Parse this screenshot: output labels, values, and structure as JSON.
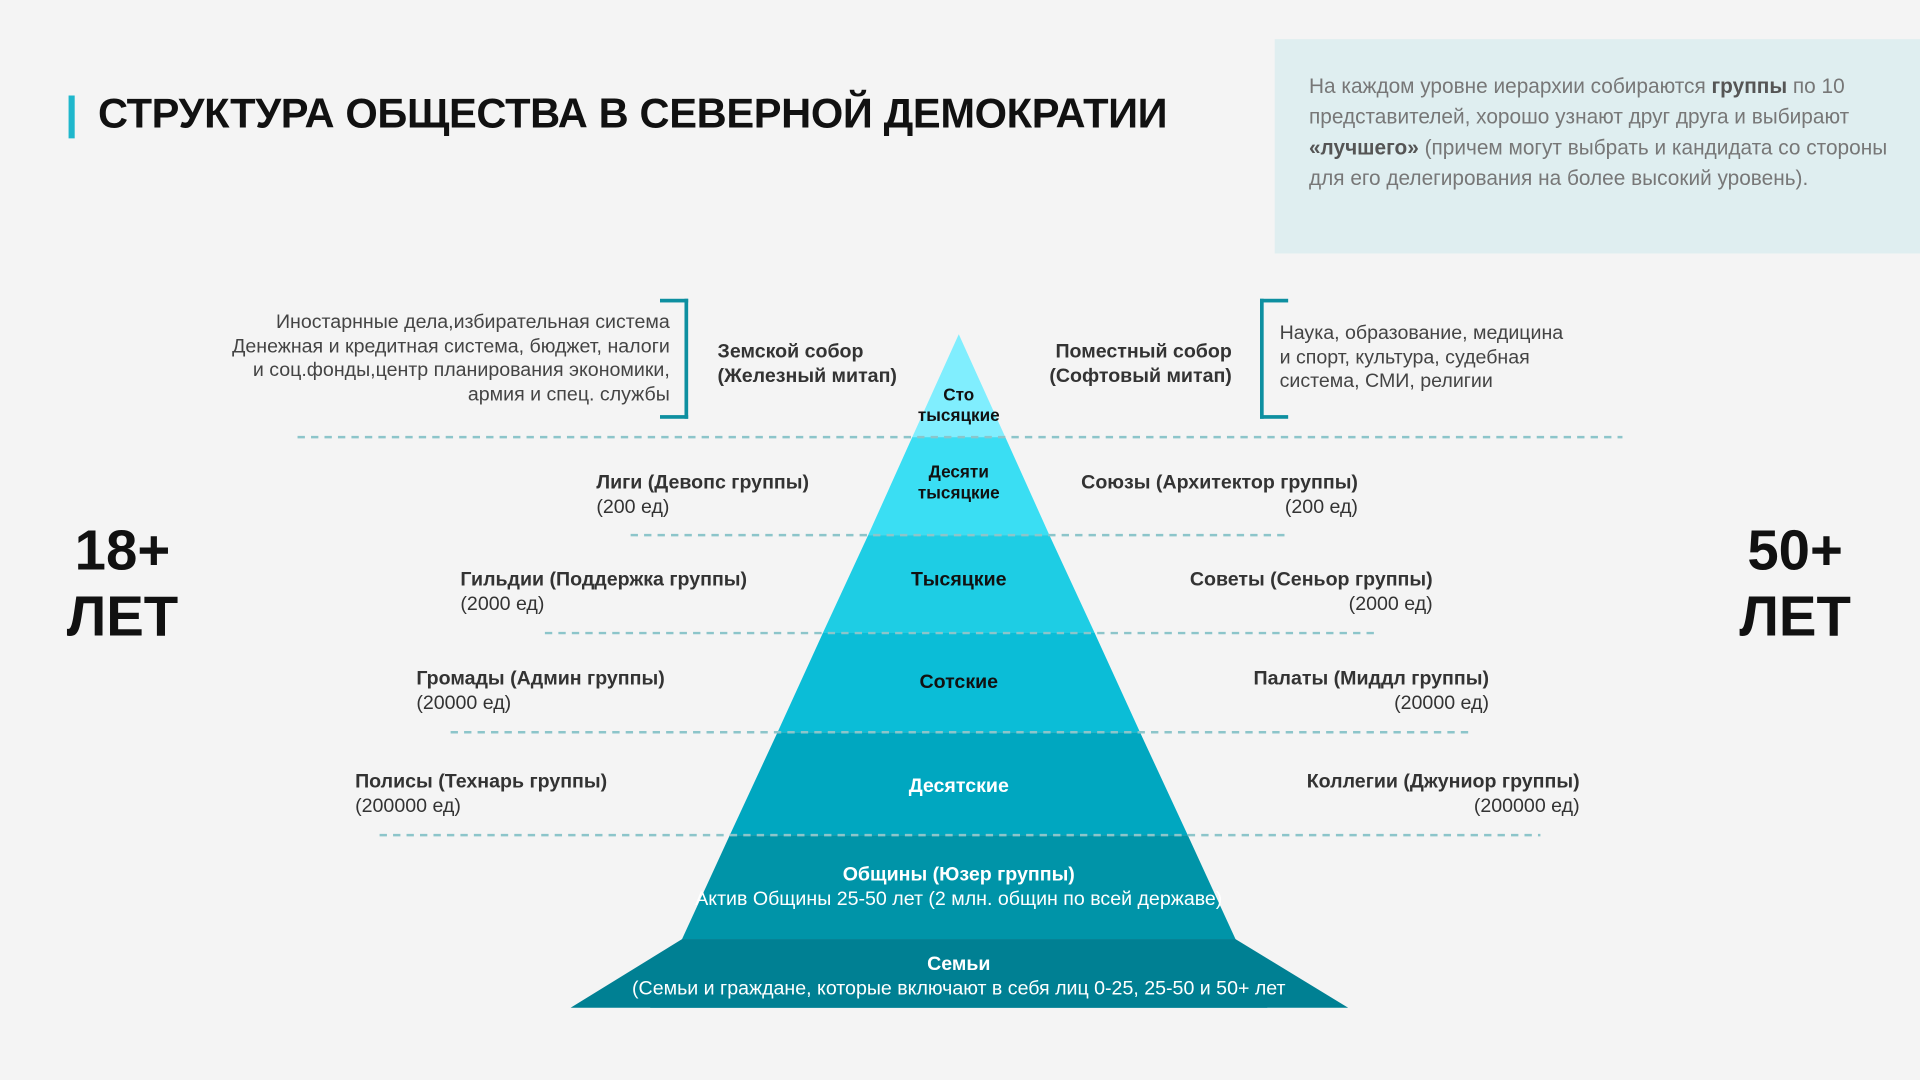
{
  "title": "СТРУКТУРА ОБЩЕСТВА В СЕВЕРНОЙ ДЕМОКРАТИИ",
  "note": {
    "part1": "На каждом уровне иерархии собираются ",
    "bold1": "группы",
    "part2": " по 10 представителей, хорошо узнают друг друга и выбирают ",
    "bold2": "«лучшего»",
    "part3": " (причем могут выбрать и кандидата со стороны для его делегирования на более высокий уровень)."
  },
  "age_left": {
    "line1": "18+",
    "line2": "ЛЕТ"
  },
  "age_right": {
    "line1": "50+",
    "line2": "ЛЕТ"
  },
  "top_left": {
    "desc": [
      "Иностарнные дела,избирательная система",
      "Денежная и кредитная система, бюджет, налоги",
      "и соц.фонды,центр планирования экономики,",
      "армия и спец. службы"
    ],
    "name1": "Земской собор",
    "name2": "(Железный митап)"
  },
  "top_right": {
    "desc": [
      "Наука, образование, медицина",
      "и спорт, культура, судебная",
      "система, СМИ, религии"
    ],
    "name1": "Поместный собор",
    "name2": "(Софтовый митап)"
  },
  "levels": [
    {
      "name": [
        "Сто",
        "тысяцкие"
      ],
      "left": null,
      "right": null,
      "color": "#80eefe"
    },
    {
      "name": [
        "Десяти",
        "тысяцкие"
      ],
      "left": {
        "title": "Лиги (Девопс группы)",
        "count": "(200 ед)"
      },
      "right": {
        "title": "Союзы (Архитектор группы)",
        "count": "(200 ед)"
      },
      "color": "#3adef3"
    },
    {
      "name": [
        "Тысяцкие"
      ],
      "left": {
        "title": "Гильдии (Поддержка группы)",
        "count": "(2000 ед)"
      },
      "right": {
        "title": "Советы (Сеньор группы)",
        "count": "(2000 ед)"
      },
      "color": "#1ecde4"
    },
    {
      "name": [
        "Сотские"
      ],
      "left": {
        "title": "Громады (Админ группы)",
        "count": "(20000 ед)"
      },
      "right": {
        "title": "Палаты (Миддл группы)",
        "count": "(20000 ед)"
      },
      "color": "#0bbdd7"
    },
    {
      "name": [
        "Десятские"
      ],
      "left": {
        "title": "Полисы (Технарь группы)",
        "count": "(200000 ед)"
      },
      "right": {
        "title": "Коллегии (Джуниор группы)",
        "count": "(200000 ед)"
      },
      "color": "#00a7c0"
    },
    {
      "name": [
        "Общины (Юзер группы)",
        "Актив Общины 25-50 лет (2 млн. общин по всей державе)"
      ],
      "color": "#0094a8"
    },
    {
      "name": [
        "Семьи",
        "(Семьи и граждане, которые включают в себя лиц 0-25, 25-50 и 50+ лет"
      ],
      "color": "#008093"
    }
  ],
  "colors": {
    "accent": "#1fb7cc",
    "bracket": "#0d8fa0",
    "dash": "#8cc5ca"
  }
}
